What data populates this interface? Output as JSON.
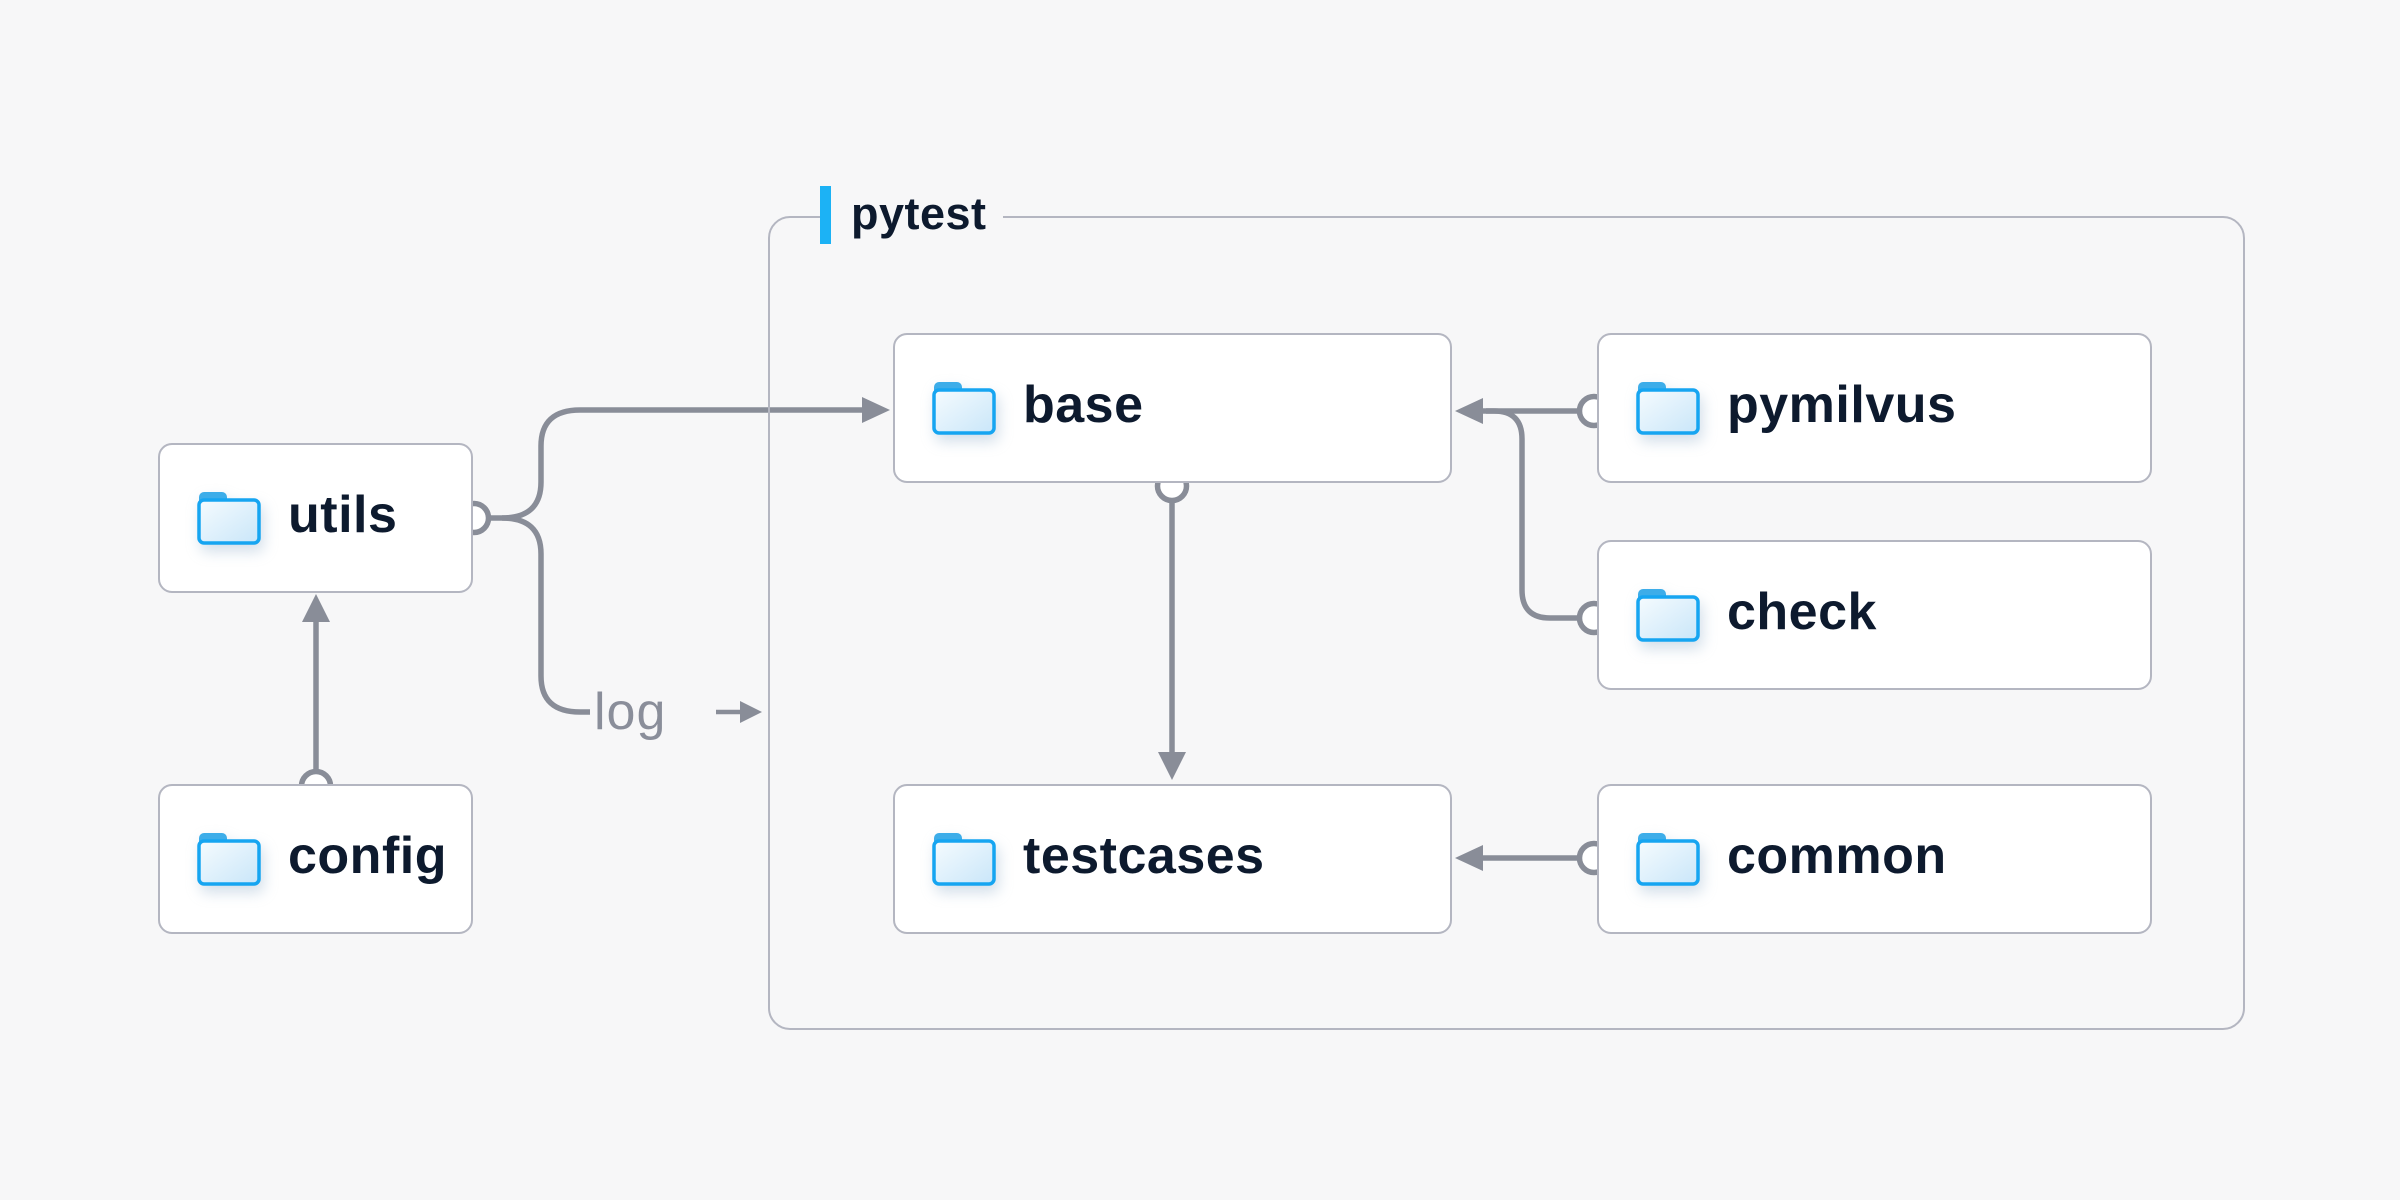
{
  "page": {
    "background_color": "#f7f7f8"
  },
  "diagram": {
    "container": {
      "label": "pytest",
      "accent_bar_color": "#1cb2f5"
    },
    "nodes": {
      "utils": {
        "label": "utils",
        "icon": "folder-icon"
      },
      "config": {
        "label": "config",
        "icon": "folder-icon"
      },
      "base": {
        "label": "base",
        "icon": "folder-icon"
      },
      "pymilvus": {
        "label": "pymilvus",
        "icon": "folder-icon"
      },
      "check": {
        "label": "check",
        "icon": "folder-icon"
      },
      "testcases": {
        "label": "testcases",
        "icon": "folder-icon"
      },
      "common": {
        "label": "common",
        "icon": "folder-icon"
      }
    },
    "edges": [
      {
        "from": "config",
        "to": "utils"
      },
      {
        "from": "utils",
        "to": "base"
      },
      {
        "from": "utils",
        "to": "pytest-container",
        "label": "log"
      },
      {
        "from": "pymilvus",
        "to": "base"
      },
      {
        "from": "check",
        "to": "base"
      },
      {
        "from": "base",
        "to": "testcases"
      },
      {
        "from": "common",
        "to": "testcases"
      }
    ],
    "colors": {
      "node_background": "#ffffff",
      "node_border": "#b4b6c1",
      "node_text": "#0d1a2e",
      "connector_gray": "#898d98",
      "folder_blue": "#16a5f1",
      "accent_blue": "#1cb2f5",
      "edge_label_gray": "#8a8e9a"
    }
  }
}
